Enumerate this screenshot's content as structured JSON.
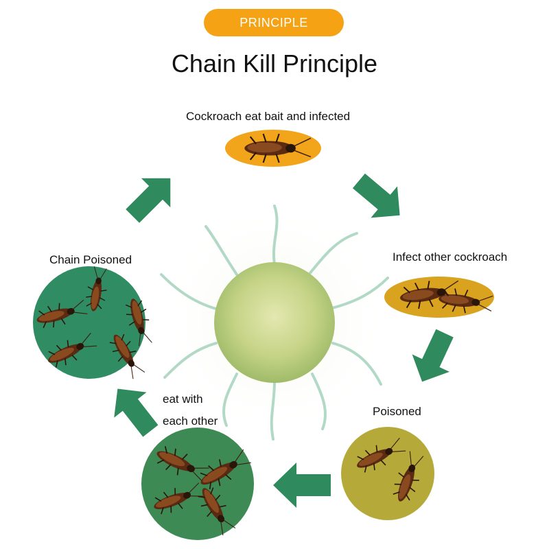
{
  "header": {
    "badge": "PRINCIPLE",
    "title": "Chain Kill Principle"
  },
  "stages": {
    "eat_bait": "Cockroach eat bait and infected",
    "infect_other": "Infect other cockroach",
    "poisoned": "Poisoned",
    "eat_with_line1": "eat with",
    "eat_with_line2": "each other",
    "chain_poisoned": "Chain Poisoned"
  },
  "colors": {
    "badge": "#f5a214",
    "arrow": "#2f8a5e",
    "disc_orange": "#f2a51a",
    "disc_gold": "#d9a21f",
    "disc_olive": "#b5a93a",
    "disc_green": "#3d8a55",
    "disc_teal": "#2f8c63",
    "bait": "#c9d58a"
  }
}
